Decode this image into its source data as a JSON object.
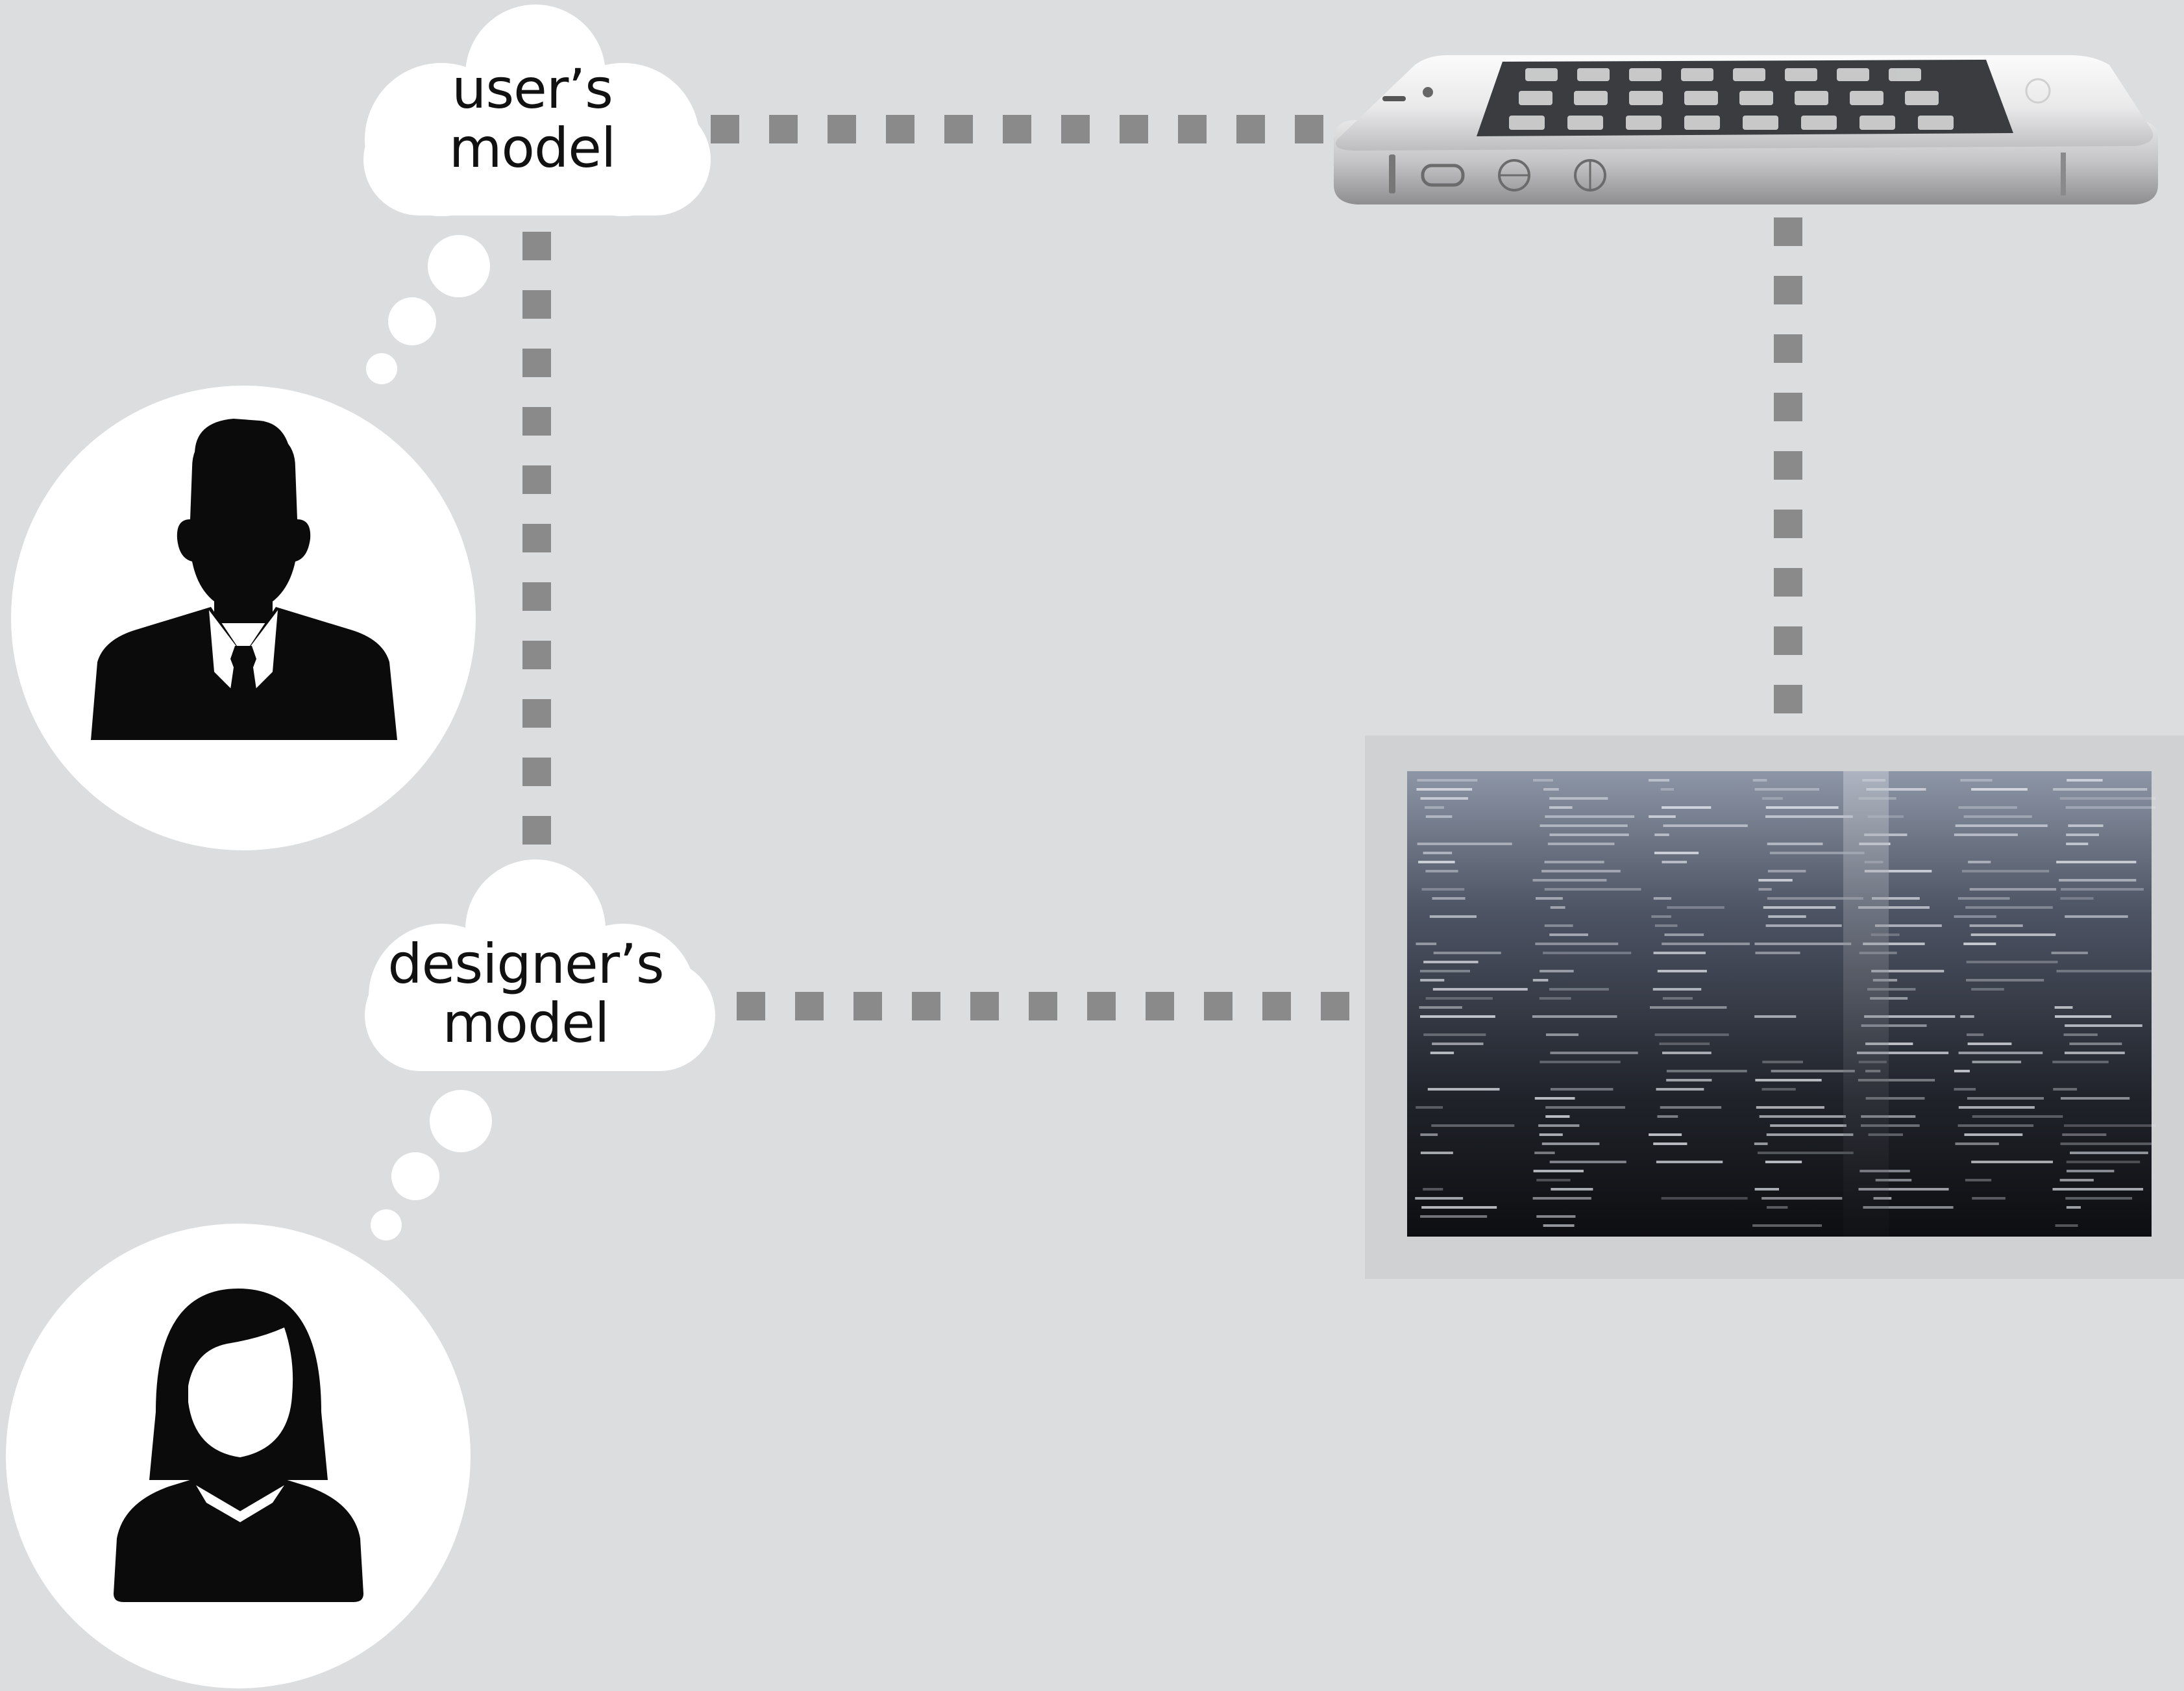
{
  "diagram": {
    "user_cloud": {
      "line1": "user’s",
      "line2": "model"
    },
    "designer_cloud": {
      "line1": "designer’s",
      "line2": "model"
    },
    "nodes": {
      "user": "user-avatar-icon",
      "designer": "designer-avatar-icon",
      "device": "smartphone-image",
      "code": "source-code-image"
    },
    "colors": {
      "background": "#dcdddf",
      "connector": "#8a8a8a",
      "cloud": "#ffffff",
      "silhouette": "#0b0b0b"
    }
  }
}
